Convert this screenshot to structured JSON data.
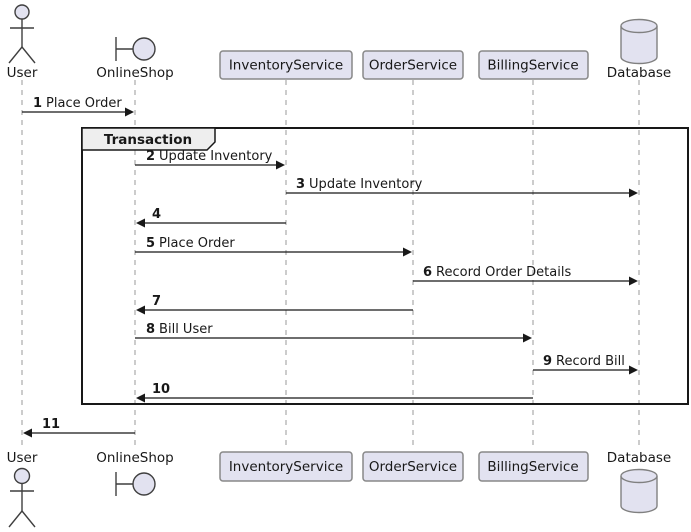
{
  "diagram": {
    "frame": {
      "label": "Transaction"
    },
    "participants": [
      {
        "name": "User",
        "type": "actor",
        "icon": "actor-stick-figure-icon"
      },
      {
        "name": "OnlineShop",
        "type": "boundary",
        "icon": "boundary-icon"
      },
      {
        "name": "InventoryService",
        "type": "participant",
        "icon": "participant-box"
      },
      {
        "name": "OrderService",
        "type": "participant",
        "icon": "participant-box"
      },
      {
        "name": "BillingService",
        "type": "participant",
        "icon": "participant-box"
      },
      {
        "name": "Database",
        "type": "database",
        "icon": "database-cylinder-icon"
      }
    ],
    "messages": [
      {
        "num": "1",
        "label": "Place Order",
        "from": "User",
        "to": "OnlineShop"
      },
      {
        "num": "2",
        "label": "Update Inventory",
        "from": "OnlineShop",
        "to": "InventoryService"
      },
      {
        "num": "3",
        "label": "Update Inventory",
        "from": "InventoryService",
        "to": "Database"
      },
      {
        "num": "4",
        "label": "",
        "from": "InventoryService",
        "to": "OnlineShop"
      },
      {
        "num": "5",
        "label": "Place Order",
        "from": "OnlineShop",
        "to": "OrderService"
      },
      {
        "num": "6",
        "label": "Record Order Details",
        "from": "OrderService",
        "to": "Database"
      },
      {
        "num": "7",
        "label": "",
        "from": "OrderService",
        "to": "OnlineShop"
      },
      {
        "num": "8",
        "label": "Bill User",
        "from": "OnlineShop",
        "to": "BillingService"
      },
      {
        "num": "9",
        "label": "Record Bill",
        "from": "BillingService",
        "to": "Database"
      },
      {
        "num": "10",
        "label": "",
        "from": "BillingService",
        "to": "OnlineShop"
      },
      {
        "num": "11",
        "label": "",
        "from": "OnlineShop",
        "to": "User"
      }
    ],
    "colors": {
      "background": "#FFFFFF",
      "participant_fill": "#E2E2F0",
      "participant_border": "#888888",
      "lifeline": "#999999",
      "arrow": "#181818",
      "text": "#181818",
      "frame_border": "#181818",
      "frame_label_fill": "#EEEEEE"
    }
  }
}
